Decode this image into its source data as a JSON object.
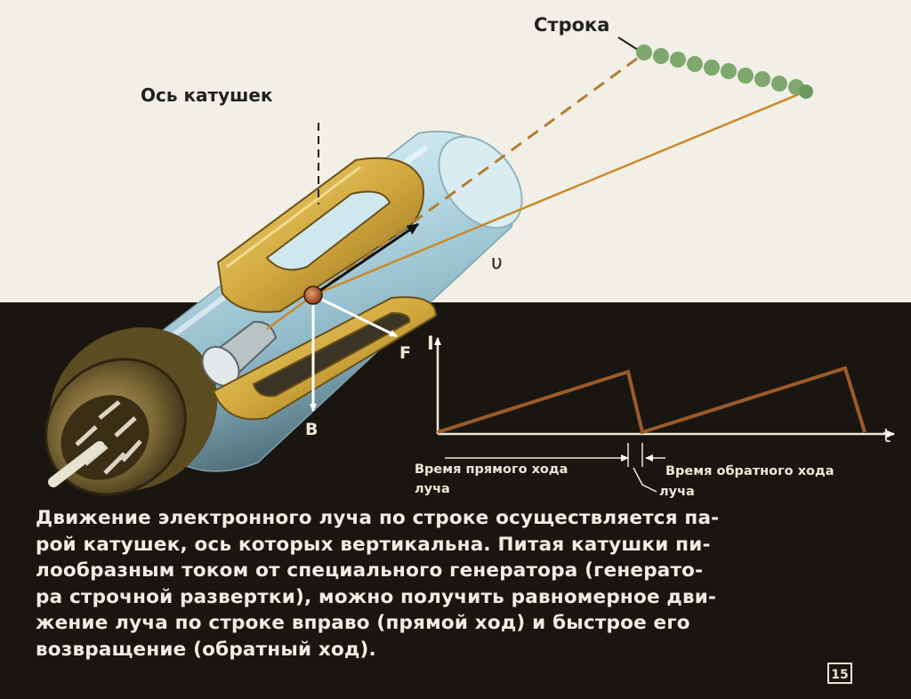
{
  "labels": {
    "line": "Строка",
    "coil_axis": "Ось катушек",
    "velocity": "υ",
    "force": "F",
    "field": "B",
    "current": "I",
    "time": "t",
    "forward_time_1": "Время прямого хода",
    "forward_time_2": "луча",
    "return_time_1": "Время обратного хода",
    "return_time_2": "луча"
  },
  "caption": {
    "lines": [
      "Движение электронного луча по строке осуществляется па-",
      "рой катушек, ось которых вертикальна. Питая катушки пи-",
      "лообразным током от специального генератора (генерато-",
      "ра строчной развертки), можно получить равномерное дви-",
      "жение луча по строке вправо (прямой ход) и быстрое его",
      "возвращение (обратный ход)."
    ]
  },
  "page_number": "15",
  "colors": {
    "upper_background": "#f1efe6",
    "lower_background": "#191611",
    "beam": "#c98a2a",
    "spots": "#7fa86e",
    "coil": "#d8b04a",
    "graph_line": "#9c5a2a",
    "axes": "#ece6d4"
  }
}
